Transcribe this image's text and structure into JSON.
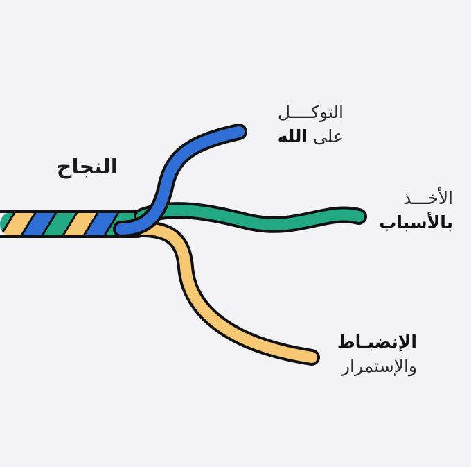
{
  "title": "النجاح",
  "strands": [
    {
      "id": "trust",
      "line1": "التوكــــل",
      "line2_light": "على",
      "line2_bold": "الله",
      "color": "#2f6fd6"
    },
    {
      "id": "means",
      "line1": "الأخـــذ",
      "line2_bold": "بالأسباب",
      "color": "#23a884"
    },
    {
      "id": "discipline",
      "line1_bold": "الإنضبـاط",
      "line2": "والإستمرار",
      "color": "#f7c873"
    }
  ],
  "colors": {
    "background": "#f3f3f6",
    "outline": "#111111"
  }
}
